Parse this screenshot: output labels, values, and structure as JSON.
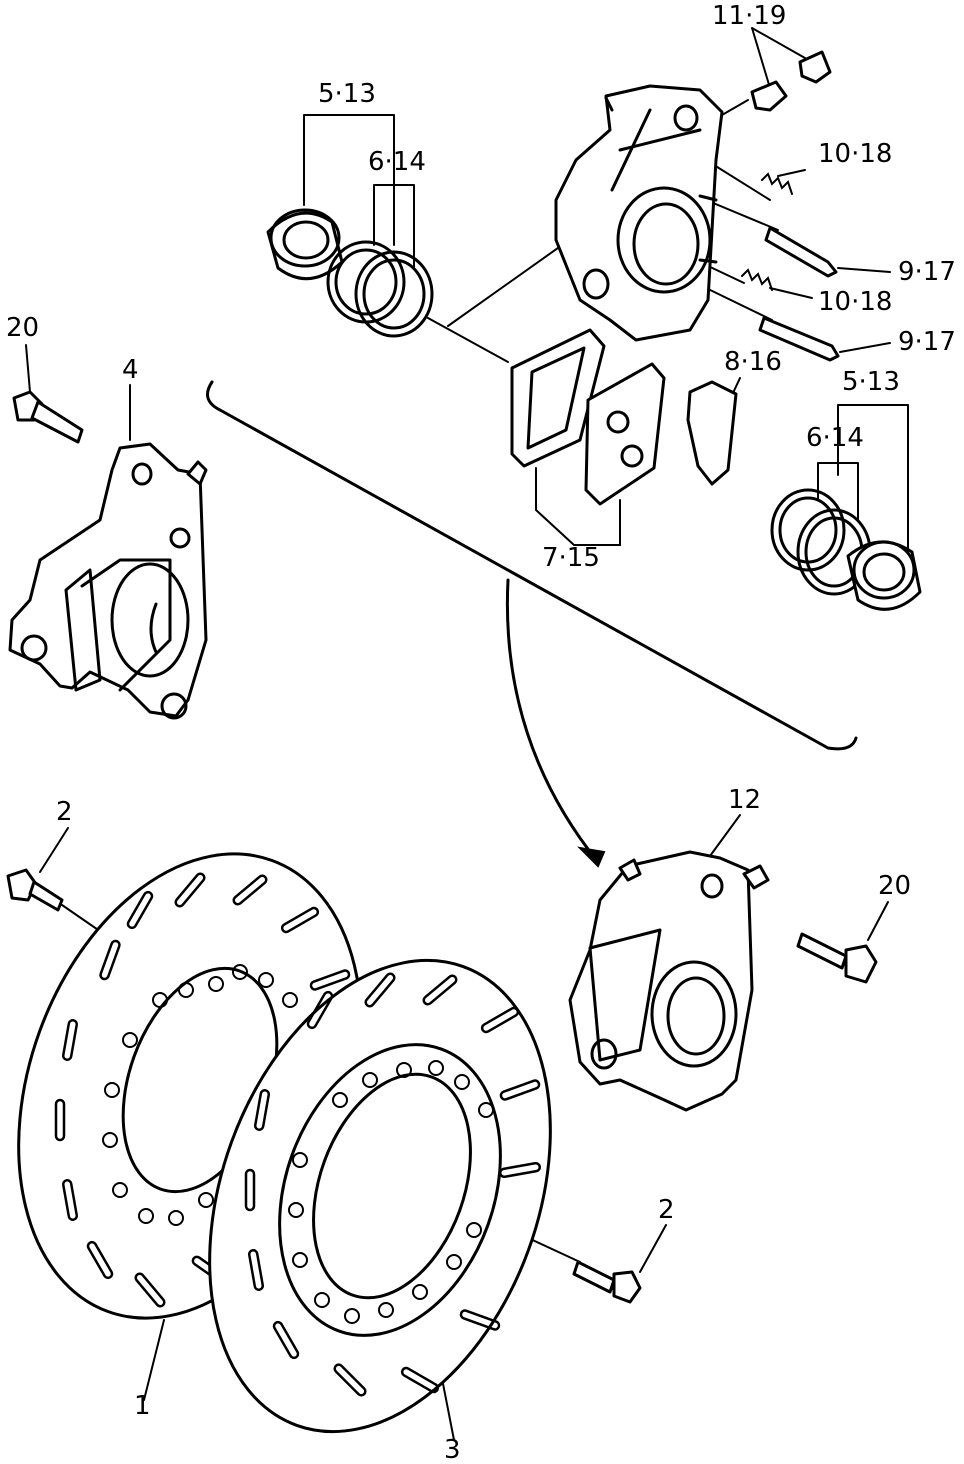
{
  "labels": {
    "l_11_19": "11·19",
    "l_5_13_top": "5·13",
    "l_6_14_top": "6·14",
    "l_10_18_a": "10·18",
    "l_9_17_a": "9·17",
    "l_10_18_b": "10·18",
    "l_9_17_b": "9·17",
    "l_20_left": "20",
    "l_4": "4",
    "l_8_16": "8·16",
    "l_5_13_right": "5·13",
    "l_6_14_right": "6·14",
    "l_7_15": "7·15",
    "l_2_left": "2",
    "l_12": "12",
    "l_20_right": "20",
    "l_2_right": "2",
    "l_1": "1",
    "l_3": "3"
  }
}
